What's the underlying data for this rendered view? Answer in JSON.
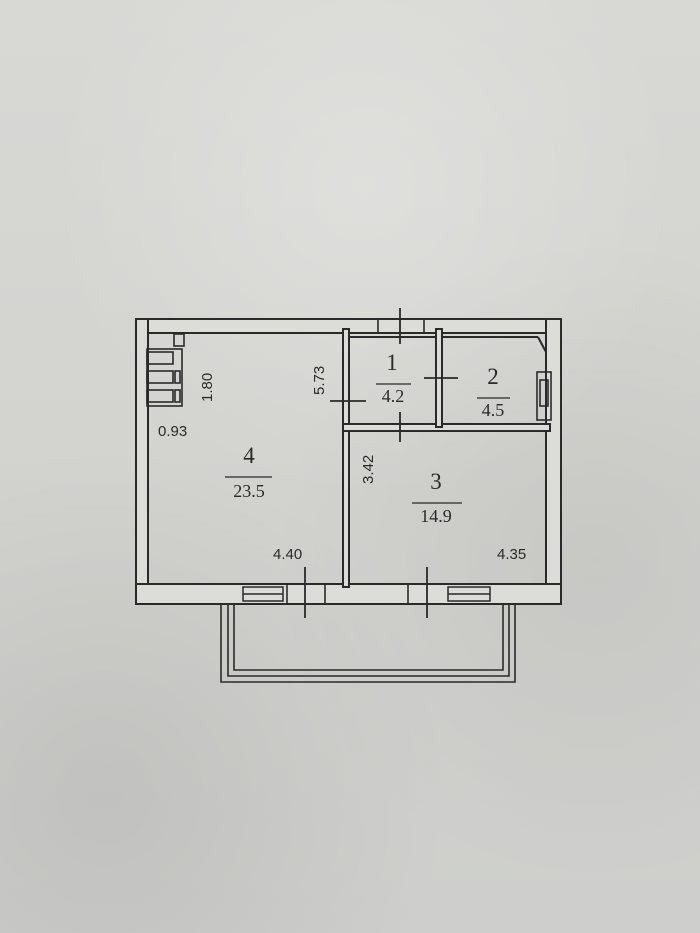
{
  "rooms": [
    {
      "number": "1",
      "area": "4.2"
    },
    {
      "number": "2",
      "area": "4.5"
    },
    {
      "number": "3",
      "area": "14.9"
    },
    {
      "number": "4",
      "area": "23.5"
    }
  ],
  "dimensions": {
    "living_length": "5.73",
    "kitchen_width": "1.80",
    "kitchen_offset": "0.93",
    "living_width": "4.40",
    "room3_depth": "3.42",
    "room3_width": "4.35"
  }
}
